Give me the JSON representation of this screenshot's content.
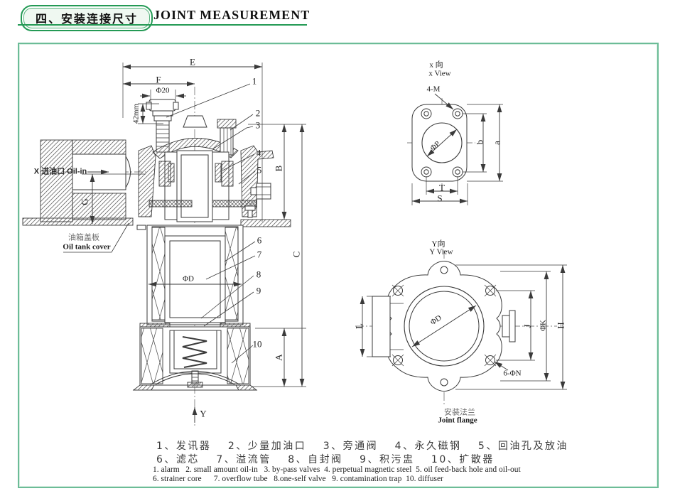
{
  "header": {
    "section_title_zh": "四、安装连接尺寸",
    "section_title_en": "JOINT MEASUREMENT"
  },
  "palette": {
    "green_accent": "#249a55",
    "green_border": "#6cbc97",
    "ink": "#3a3a3a"
  },
  "main_view": {
    "dim_labels": {
      "E": "E",
      "F": "F",
      "phi20": "Φ20",
      "height42": "42mm",
      "B": "B",
      "C": "C",
      "A": "A",
      "G": "G",
      "phiD": "ΦD",
      "Y": "Y"
    },
    "callouts": [
      "1",
      "2",
      "3",
      "4",
      "5",
      "6",
      "7",
      "8",
      "9",
      "10"
    ],
    "annotations": {
      "oil_in": "X 进油口 Oil-in",
      "tank_cover_zh": "油箱盖板",
      "tank_cover_en": "Oil tank cover"
    }
  },
  "x_view": {
    "title_zh": "x 向",
    "title_en": "x View",
    "bolt_note": "4-M",
    "dim_labels": {
      "phiP": "ΦP",
      "b": "b",
      "a": "a",
      "T": "T",
      "S": "S"
    }
  },
  "y_view": {
    "title_zh": "Y向",
    "title_en": "Y View",
    "hole_note": "6-ΦN",
    "dim_labels": {
      "phiD": "ΦD",
      "L": "L",
      "J": "J",
      "phiK": "ΦK",
      "H": "H"
    },
    "caption_zh": "安装法兰",
    "caption_en": "Joint flange"
  },
  "legend": {
    "zh_line1": "1、发讯器　 2、少量加油口　 3、旁通阀　 4、永久磁钢　 5、回油孔及放油",
    "zh_line2": "6、滤芯　 7、溢流管　 8、自封阀　 9、积污盅　 10、扩散器",
    "en_line1": "1. alarm   2. small amount oil-in   3. by-pass valves  4. perpetual magnetic steel  5. oil feed-back hole and oil-out",
    "en_line2": "6. strainer core      7. overflow tube   8.one-self valve   9. contamination trap  10. diffuser"
  }
}
